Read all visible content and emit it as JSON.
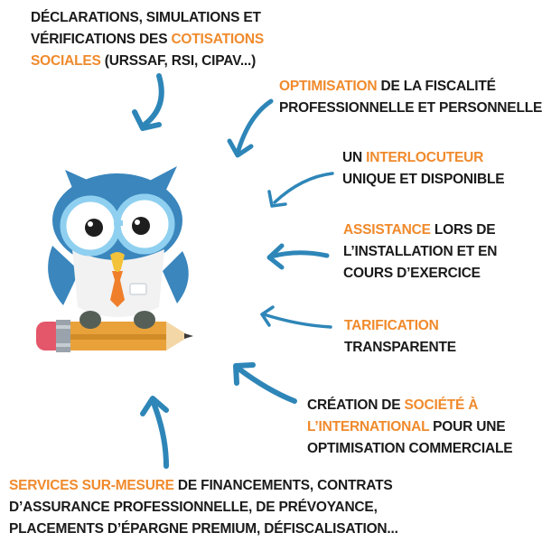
{
  "colors": {
    "accent": "#f08a2c",
    "arrow": "#2e86b8",
    "text": "#1a1a1a"
  },
  "blocks": [
    {
      "id": "cotisations",
      "lines": [
        [
          {
            "t": "DÉCLARATIONS, SIMULATIONS ET",
            "hl": false
          }
        ],
        [
          {
            "t": "VÉRIFICATIONS DES ",
            "hl": false
          },
          {
            "t": "COTISATIONS",
            "hl": true
          }
        ],
        [
          {
            "t": "SOCIALES",
            "hl": true
          },
          {
            "t": " (URSSAF, RSI, CIPAV...)",
            "hl": false
          }
        ]
      ]
    },
    {
      "id": "fiscalite",
      "lines": [
        [
          {
            "t": "OPTIMISATION",
            "hl": true
          },
          {
            "t": " DE LA FISCALITÉ",
            "hl": false
          }
        ],
        [
          {
            "t": "PROFESSIONNELLE ET PERSONNELLE",
            "hl": false
          }
        ]
      ]
    },
    {
      "id": "interlocuteur",
      "lines": [
        [
          {
            "t": "UN ",
            "hl": false
          },
          {
            "t": "INTERLOCUTEUR",
            "hl": true
          }
        ],
        [
          {
            "t": "UNIQUE ET DISPONIBLE",
            "hl": false
          }
        ]
      ]
    },
    {
      "id": "assistance",
      "lines": [
        [
          {
            "t": "ASSISTANCE",
            "hl": true
          },
          {
            "t": " LORS DE",
            "hl": false
          }
        ],
        [
          {
            "t": "L’INSTALLATION ET EN",
            "hl": false
          }
        ],
        [
          {
            "t": "COURS D’EXERCICE",
            "hl": false
          }
        ]
      ]
    },
    {
      "id": "tarification",
      "lines": [
        [
          {
            "t": "TARIFICATION",
            "hl": true
          }
        ],
        [
          {
            "t": "TRANSPARENTE",
            "hl": false
          }
        ]
      ]
    },
    {
      "id": "societe",
      "lines": [
        [
          {
            "t": "CRÉATION DE ",
            "hl": false
          },
          {
            "t": "SOCIÉTÉ À",
            "hl": true
          }
        ],
        [
          {
            "t": "L’INTERNATIONAL",
            "hl": true
          },
          {
            "t": " POUR UNE",
            "hl": false
          }
        ],
        [
          {
            "t": "OPTIMISATION COMMERCIALE",
            "hl": false
          }
        ]
      ]
    },
    {
      "id": "services",
      "lines": [
        [
          {
            "t": "SERVICES SUR-MESURE",
            "hl": true
          },
          {
            "t": " DE FINANCEMENTS, CONTRATS",
            "hl": false
          }
        ],
        [
          {
            "t": "D’ASSURANCE PROFESSIONNELLE, DE PRÉVOYANCE,",
            "hl": false
          }
        ],
        [
          {
            "t": "PLACEMENTS D’ÉPARGNE PREMIUM, DÉFISCALISATION...",
            "hl": false
          }
        ]
      ]
    }
  ],
  "icons": [
    "owl-mascot-icon",
    "pencil-icon",
    "curved-arrow-icon"
  ]
}
